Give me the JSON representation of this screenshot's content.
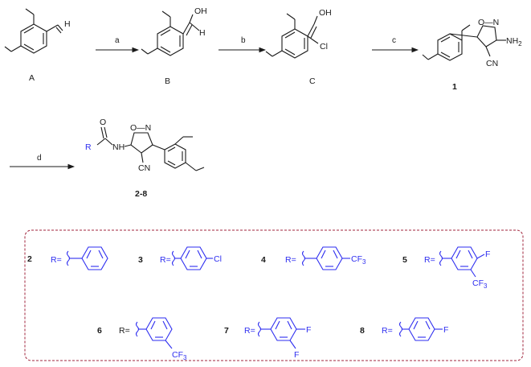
{
  "compounds": {
    "A": "A",
    "B": "B",
    "C": "C",
    "c1": "1",
    "c28": "2-8"
  },
  "arrows": {
    "a": "a",
    "b": "b",
    "c": "c",
    "d": "d"
  },
  "atoms": {
    "H": "H",
    "OH": "OH",
    "N": "N",
    "Cl": "Cl",
    "NH2_main": "NH",
    "NH2_sub": "2",
    "CN": "CN",
    "O": "O",
    "NH": "NH",
    "isox": "O—N",
    "R": "R"
  },
  "r_groups": [
    {
      "num": "2",
      "label": "R="
    },
    {
      "num": "3",
      "label": "R=",
      "sub": "Cl"
    },
    {
      "num": "4",
      "label": "R=",
      "sub": "CF",
      "sub2": "3"
    },
    {
      "num": "5",
      "label": "R=",
      "sub": "F",
      "sub_b": "CF",
      "sub_b2": "3"
    },
    {
      "num": "6",
      "label": "R=",
      "sub": "CF",
      "sub2": "3"
    },
    {
      "num": "7",
      "label": "R=",
      "sub": "F",
      "sub_b": "F"
    },
    {
      "num": "8",
      "label": "R=",
      "sub": "F"
    }
  ],
  "colors": {
    "black": "#1a1a1a",
    "blue": "#2e2ef0",
    "box": "#a0243c"
  }
}
